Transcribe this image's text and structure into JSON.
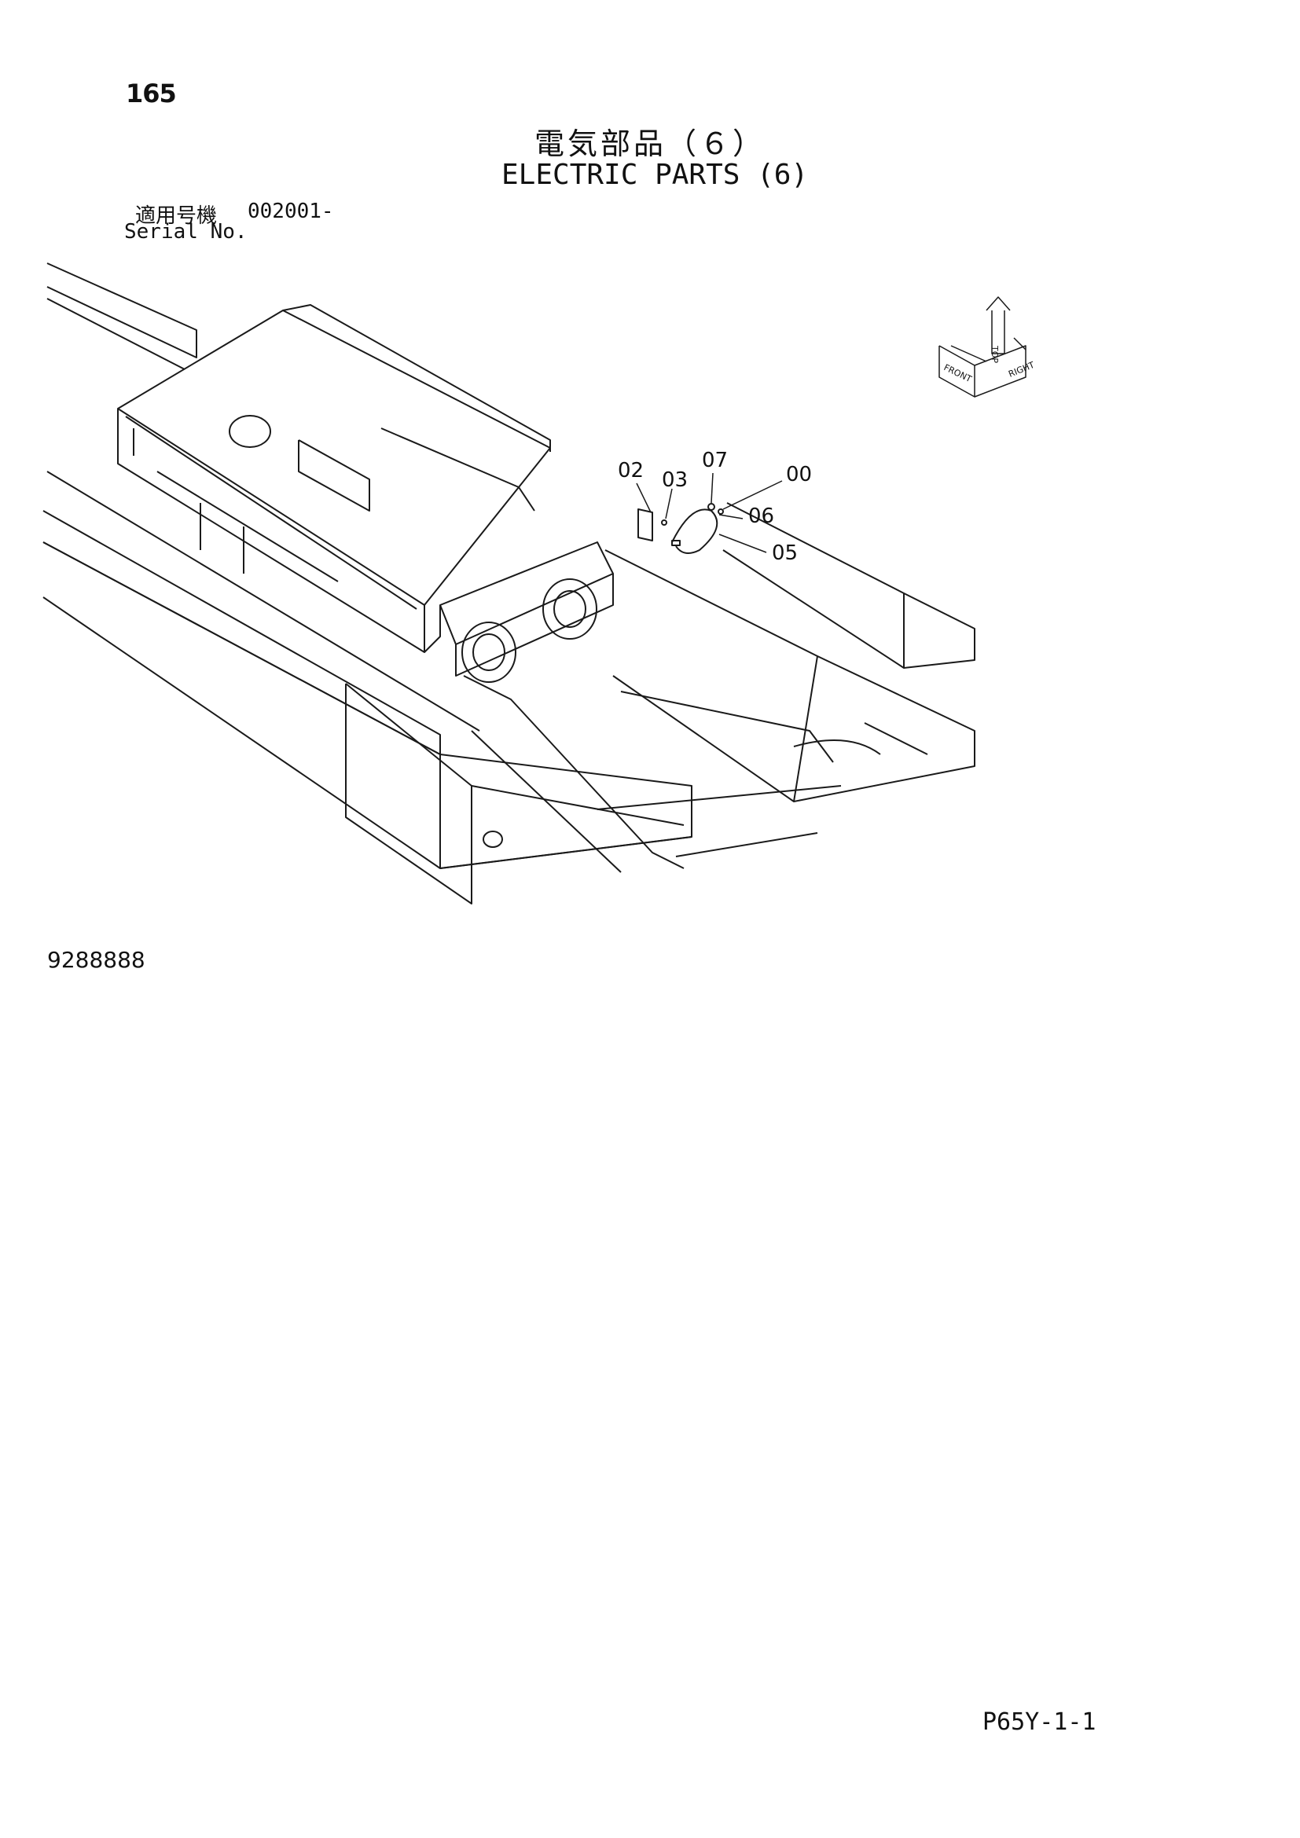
{
  "header": {
    "page_number": "165",
    "title_japanese": "電気部品（６）",
    "title_english": "ELECTRIC PARTS (6)",
    "serial_label_japanese": "適用号機",
    "serial_label_english": "Serial No.",
    "serial_value": "002001-"
  },
  "orientation_marker": {
    "labels": [
      "TOP",
      "FRONT",
      "RIGHT"
    ]
  },
  "callouts": {
    "c02": "02",
    "c03": "03",
    "c07": "07",
    "c00": "00",
    "c06": "06",
    "c05": "05"
  },
  "footer": {
    "drawing_number": "9288888",
    "page_code": "P65Y-1-1"
  }
}
